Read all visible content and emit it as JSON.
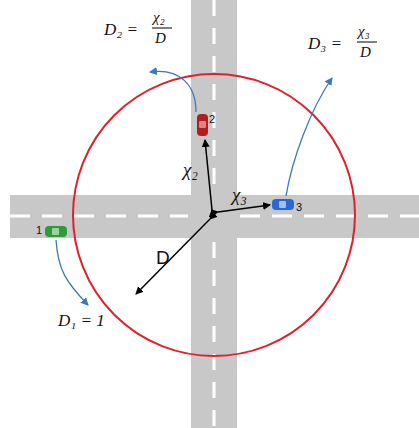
{
  "diagram": {
    "labels": [
      "D₂ =",
      "χ₂",
      "D",
      "D₃ =",
      "χ₃",
      "D",
      "χ₂",
      "χ₃",
      "D",
      "D₁ = 1",
      "1",
      "2",
      "3"
    ]
  }
}
